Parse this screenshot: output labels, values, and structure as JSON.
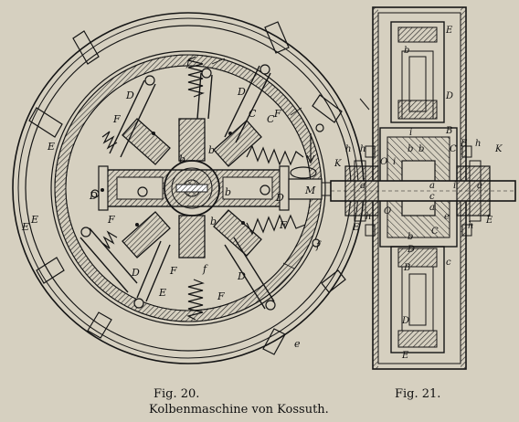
{
  "figures": [
    {
      "caption": "Fig. 20."
    },
    {
      "caption": "Fig. 21."
    }
  ],
  "title": "Kolbenmaschine von Kossuth.",
  "labels": {
    "fig20": [
      "f",
      "D",
      "D",
      "F",
      "C",
      "F",
      "E",
      "D",
      "b",
      "b",
      "b",
      "D",
      "E",
      "F",
      "b",
      "F",
      "D",
      "D",
      "F",
      "f",
      "F",
      "E",
      "C",
      "E",
      "M",
      "e",
      "f"
    ],
    "fig21": [
      "E",
      "b",
      "D",
      "B",
      "i",
      "h",
      "h",
      "b",
      "b",
      "E",
      "i",
      "h",
      "C",
      "K",
      "K",
      "O",
      "a",
      "a",
      "a",
      "a",
      "i",
      "c",
      "O",
      "E",
      "E",
      "h",
      "h",
      "e",
      "D",
      "D",
      "b",
      "B",
      "C",
      "c",
      "E"
    ]
  }
}
